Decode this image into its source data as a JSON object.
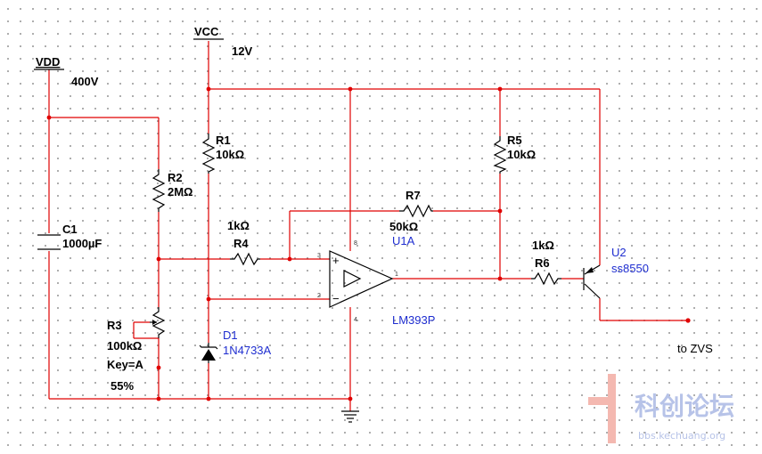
{
  "supplies": {
    "vdd": {
      "name": "VDD",
      "value": "400V"
    },
    "vcc": {
      "name": "VCC",
      "value": "12V"
    }
  },
  "components": {
    "c1": {
      "ref": "C1",
      "value": "1000µF"
    },
    "r1": {
      "ref": "R1",
      "value": "10kΩ"
    },
    "r2": {
      "ref": "R2",
      "value": "2MΩ"
    },
    "r3": {
      "ref": "R3",
      "value": "100kΩ",
      "key": "Key=A",
      "setting": "55%"
    },
    "r4": {
      "ref": "R4",
      "value": "1kΩ"
    },
    "r5": {
      "ref": "R5",
      "value": "10kΩ"
    },
    "r6": {
      "ref": "R6",
      "value": "1kΩ"
    },
    "r7": {
      "ref": "R7",
      "value": "50kΩ"
    },
    "d1": {
      "ref": "D1",
      "part": "1N4733A"
    },
    "u1": {
      "ref": "U1A",
      "part": "LM393P",
      "pins": {
        "plus": "+",
        "minus": "−",
        "in_p": "3",
        "in_n": "2",
        "vplus": "8",
        "vminus": "4",
        "out": "1"
      }
    },
    "u2": {
      "ref": "U2",
      "part": "ss8550"
    }
  },
  "output_label": "to ZVS",
  "watermark": {
    "text": "科创论坛",
    "url": "bbs.kechuang.org"
  },
  "colors": {
    "wire": "#e00000",
    "component": "#000000",
    "label_blue": "#1f2ed0",
    "watermark_red": "#f4b8b0",
    "watermark_blue": "#b7c3e8",
    "grid_dot": "#9a9a9a"
  }
}
